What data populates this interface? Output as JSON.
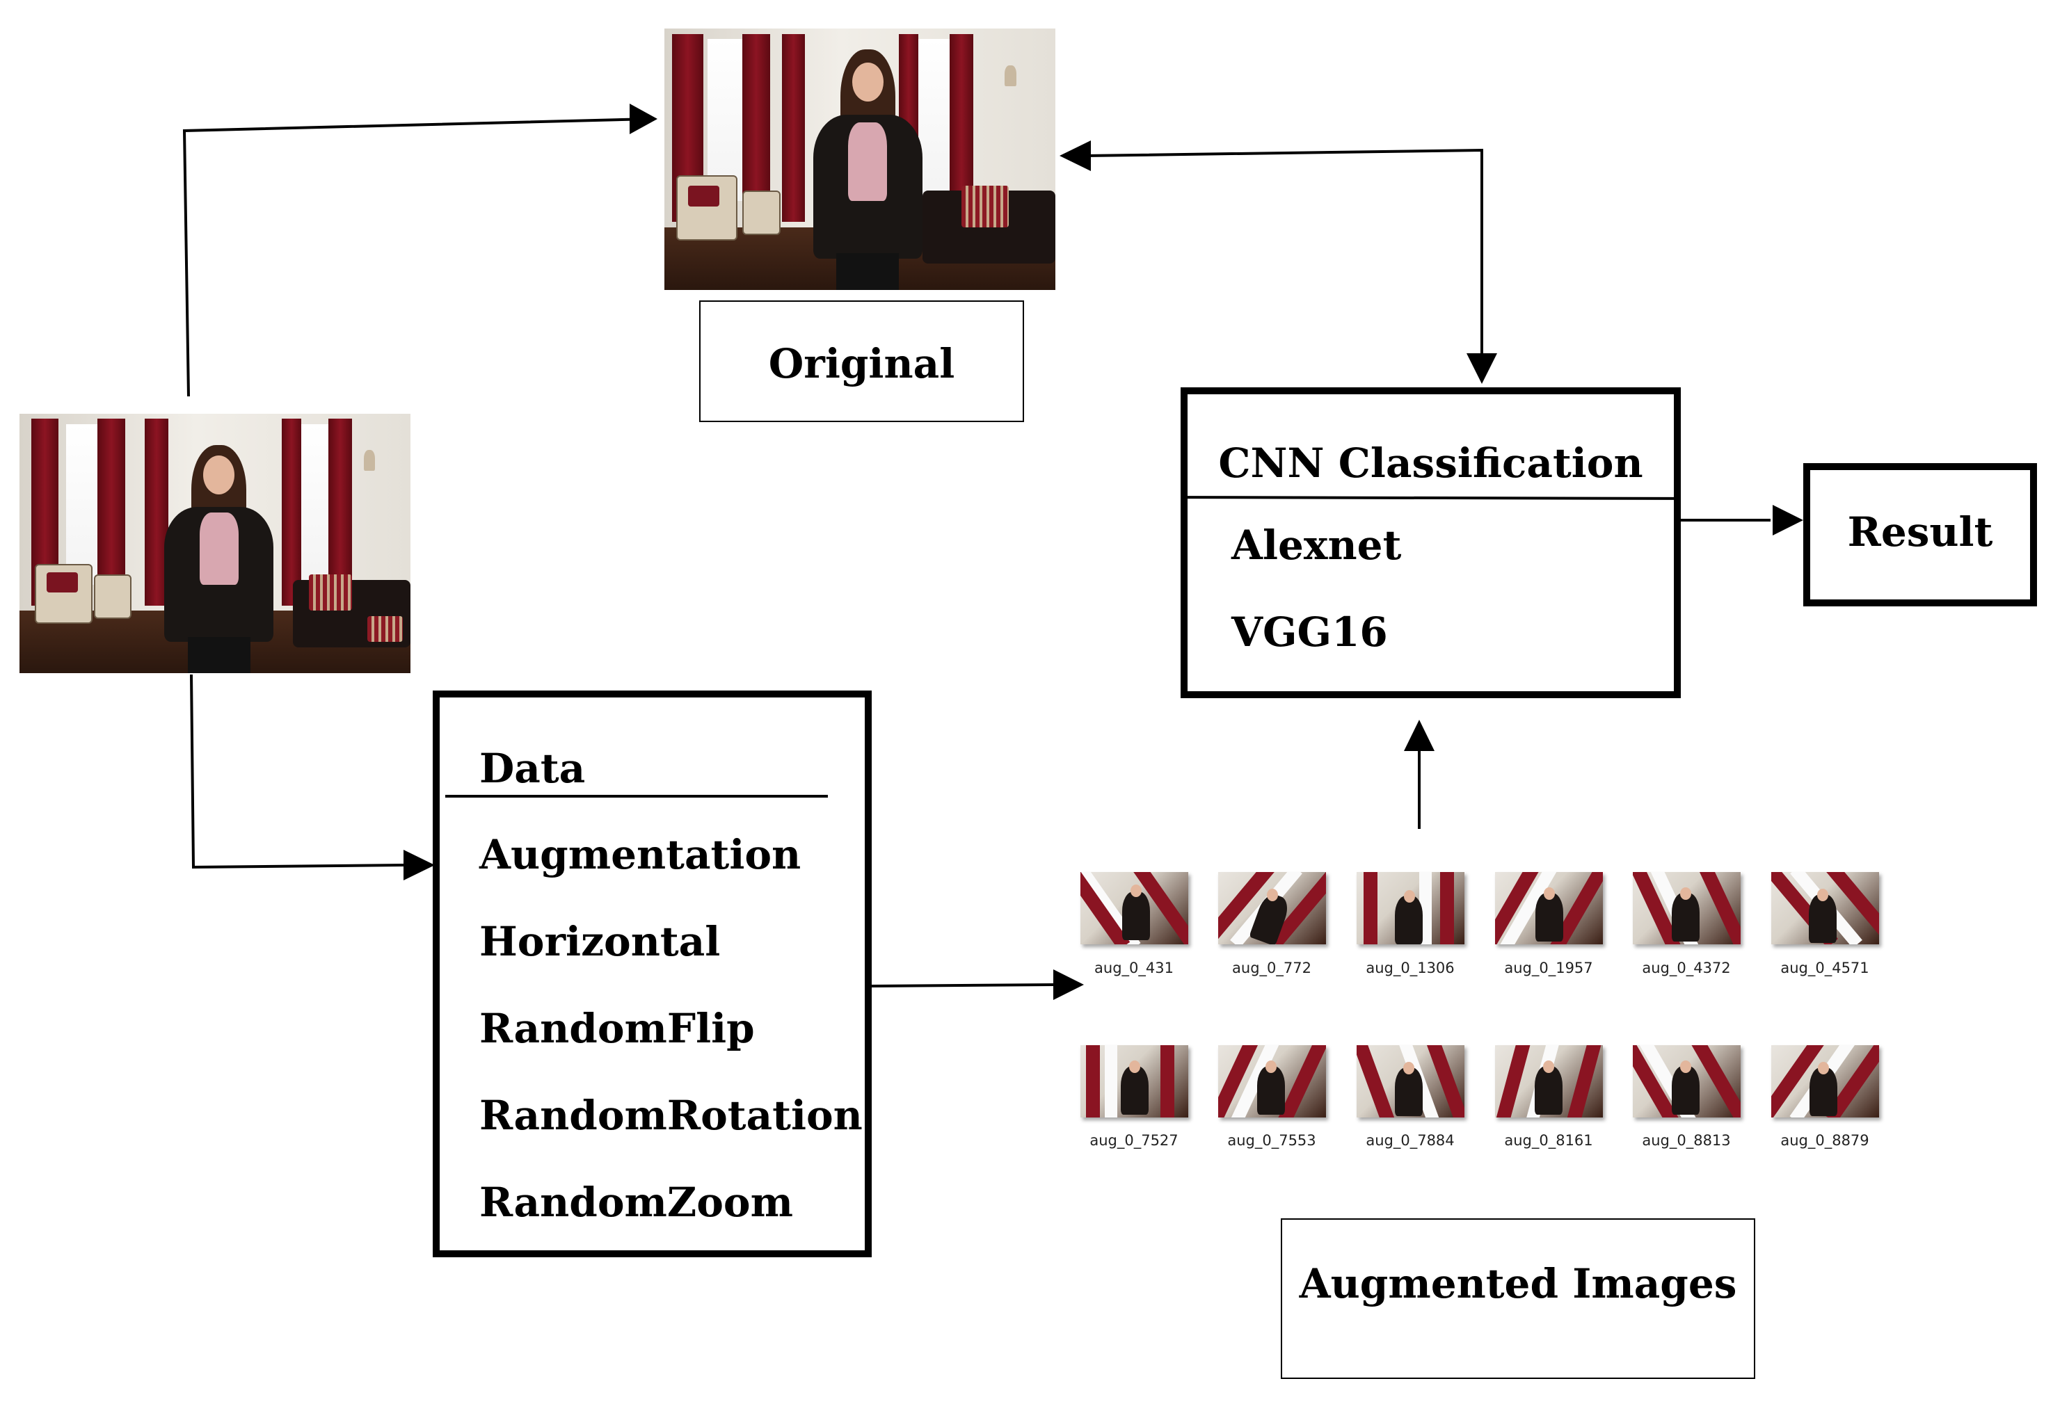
{
  "original": {
    "label": "Original"
  },
  "cnn": {
    "title": "CNN Classification",
    "models": [
      "Alexnet",
      "VGG16"
    ]
  },
  "result": {
    "label": "Result"
  },
  "data_box": {
    "title": "Data",
    "items": [
      "Augmentation",
      "Horizontal",
      "RandomFlip",
      "RandomRotation",
      "RandomZoom"
    ]
  },
  "augmented": {
    "label": "Augmented Images",
    "thumbnails": [
      "aug_0_431",
      "aug_0_772",
      "aug_0_1306",
      "aug_0_1957",
      "aug_0_4372",
      "aug_0_4571",
      "aug_0_7527",
      "aug_0_7553",
      "aug_0_7884",
      "aug_0_8161",
      "aug_0_8813",
      "aug_0_8879"
    ]
  }
}
